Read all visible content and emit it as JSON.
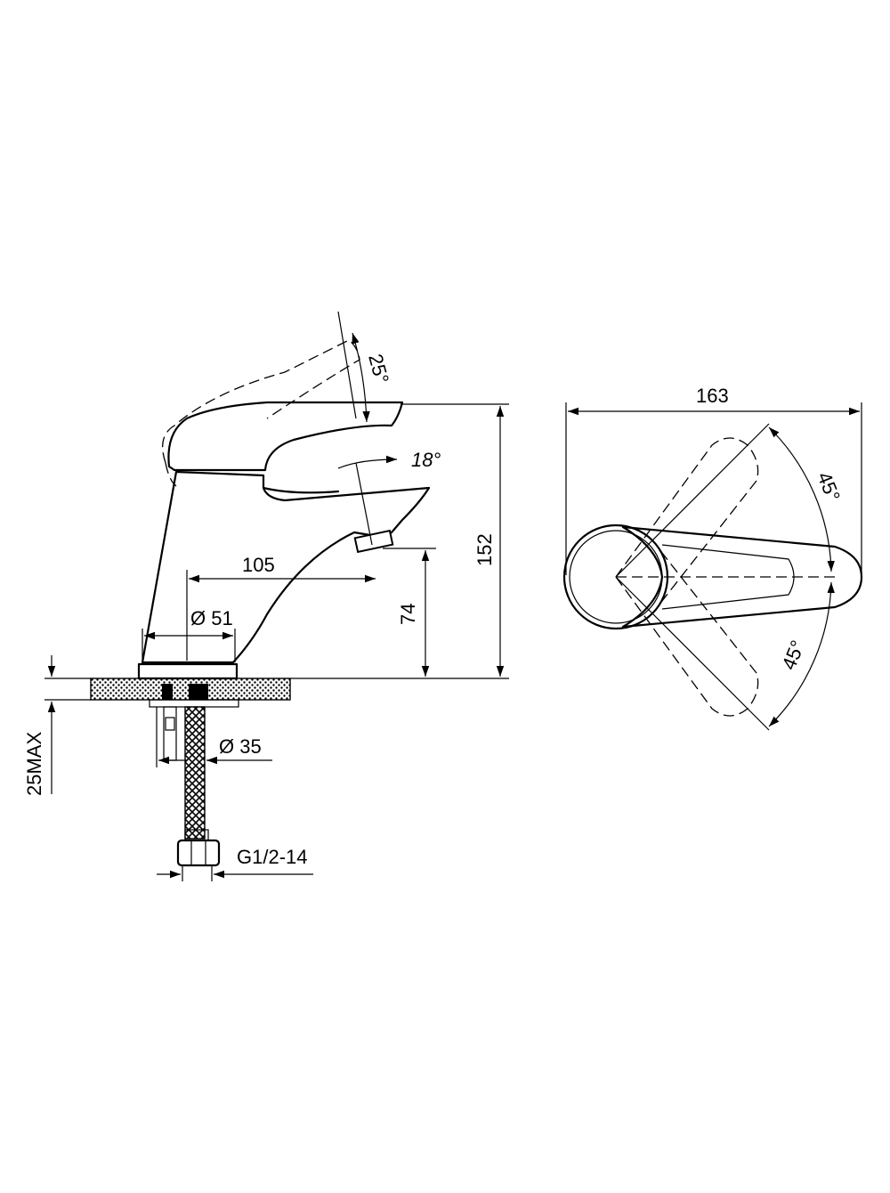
{
  "figure": "single-lever basin mixer technical drawing",
  "side_view": {
    "dimensions": {
      "lever_tilt_angle": "25°",
      "spout_tilt_angle": "18°",
      "spout_reach": "105",
      "spout_height": "74",
      "total_height": "152",
      "base_diameter": "Ø 51",
      "mounting_diameter": "Ø 35",
      "max_counter_thickness": "25MAX",
      "connection_thread": "G1/2-14"
    }
  },
  "top_view": {
    "dimensions": {
      "total_length": "163",
      "lever_rotation_upper": "45°",
      "lever_rotation_lower": "45°"
    }
  }
}
